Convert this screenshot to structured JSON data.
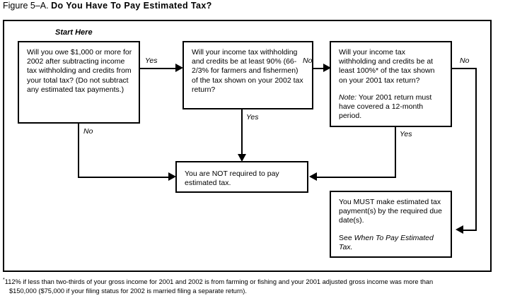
{
  "figure": {
    "number": "Figure 5–A.",
    "title": "Do You Have To Pay Estimated Tax?"
  },
  "labels": {
    "start_here": "Start Here",
    "yes": "Yes",
    "no": "No"
  },
  "boxes": {
    "q1": {
      "id": "question-owe-1000",
      "text": "Will you owe $1,000 or more for 2002 after subtracting income tax withholding and credits from your total tax? (Do not subtract any estimated tax payments.)"
    },
    "q2": {
      "id": "question-90-percent",
      "text": "Will your income tax withholding and credits be at least 90% (66-2/3% for farmers and fishermen) of the tax shown on your 2002 tax return?"
    },
    "q3": {
      "id": "question-100-percent",
      "text_line1": "Will your income tax withholding and credits be at least 100%* of the tax shown on your 2001 tax return?",
      "note_label": "Note:",
      "note_text": " Your 2001 return must have covered a 12-month period."
    },
    "not_required": {
      "id": "outcome-not-required",
      "text": "You are NOT required to pay estimated tax."
    },
    "must_pay": {
      "id": "outcome-must-pay",
      "text": "You MUST make estimated tax payment(s) by the required due date(s).",
      "see_prefix": "See ",
      "see_reference": "When To Pay Estimated Tax."
    }
  },
  "footnote": {
    "marker": "*",
    "line1": "112% if less than two-thirds of your gross income for 2001 and 2002 is from farming or fishing and your 2001 adjusted gross income was more than",
    "line2": "$150,000 ($75,000 if your filing status for 2002 is married filing a separate return)."
  },
  "colors": {
    "ink": "#000000",
    "paper": "#ffffff"
  }
}
